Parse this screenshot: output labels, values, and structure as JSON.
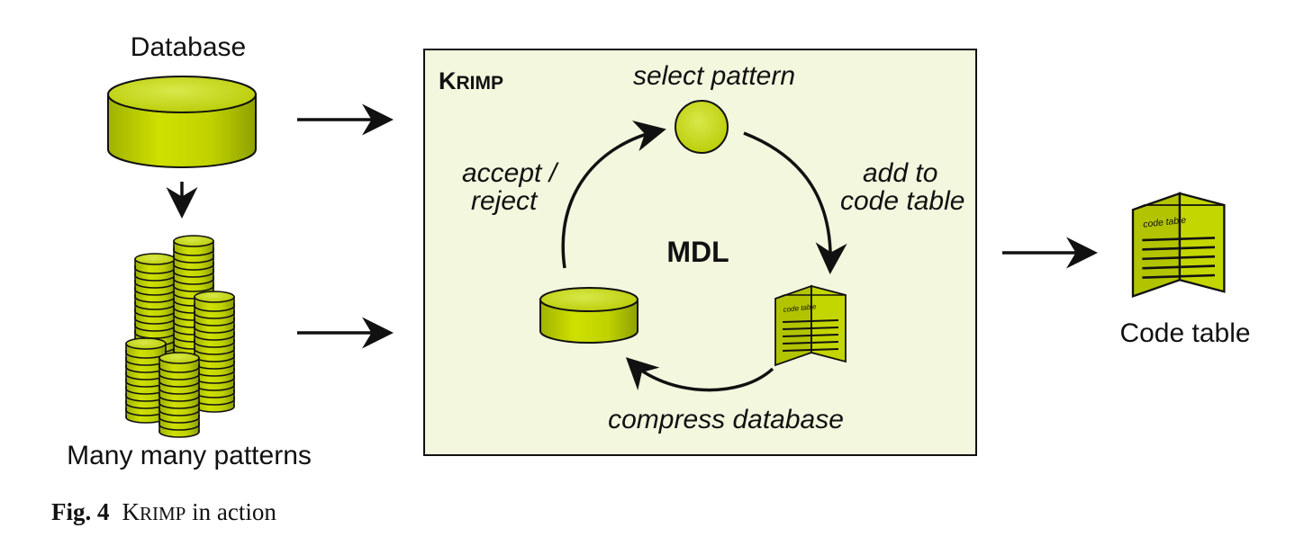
{
  "database_label": "Database",
  "patterns_label": "Many many patterns",
  "krimp_box": {
    "title_first": "K",
    "title_rest": "RIMP",
    "center_label": "MDL",
    "select_pattern": "select pattern",
    "accept_reject": [
      "accept /",
      "reject"
    ],
    "add_to_code_table": [
      "add to",
      "code table"
    ],
    "compress_database": "compress database",
    "inner_code_table_text": "code table"
  },
  "output_code_table_text": "code table",
  "output_label": "Code table",
  "caption": {
    "fig": "Fig. 4",
    "name_first": "K",
    "name_rest": "RIMP",
    "rest": " in action"
  },
  "colors": {
    "fill": "#c4d600",
    "fill_dark": "#8fa000",
    "box_bg": "#f3f7de",
    "stroke": "#111111"
  }
}
